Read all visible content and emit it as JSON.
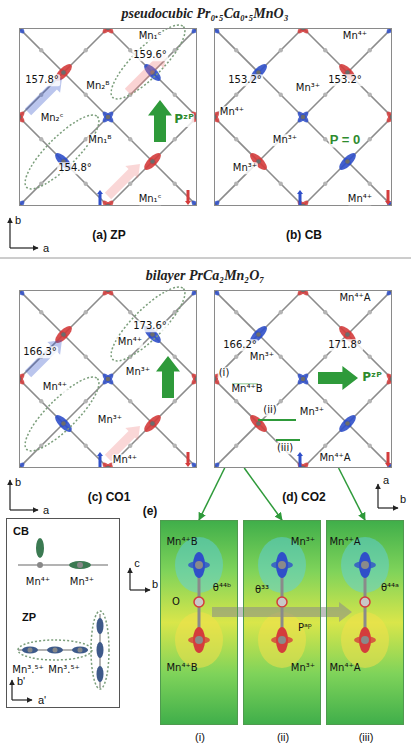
{
  "diagram": {
    "title": "pseudocubic Pr₀.₅Ca₀.₅MnO₃",
    "nodes": [
      {
        "text": [
          "(a) ZP"
        ]
      },
      {
        "text": [
          "(b) CB"
        ]
      },
      {
        "text": [
          "(c) CO1"
        ]
      },
      {
        "text": [
          "(d) CO2"
        ]
      },
      {
        "text": [
          "(i)"
        ]
      },
      {
        "text": [
          "(ii)"
        ]
      },
      {
        "text": [
          "(iii)"
        ]
      },
      {
        "text": [
          "CB",
          "ZP"
        ]
      }
    ],
    "edges": [
      {
        "from": 3,
        "to": 4,
        "arrow": "to"
      },
      {
        "from": 3,
        "to": 5,
        "arrow": "to"
      },
      {
        "from": 3,
        "to": 6,
        "arrow": "to"
      }
    ],
    "labels": [
      "157.8°",
      "159.6°",
      "Mn₂ᴮ",
      "Mn₂ᶜ",
      "Mn₁ᴮ",
      "154.8°",
      "Mn₁ᶜ",
      "Mn₁ᶜ",
      "Pᶻᴾ",
      "b",
      "a",
      "Mn⁴⁺",
      "153.2°",
      "153.2°",
      "Mn³⁺",
      "Mn⁴⁺",
      "Mn³⁺",
      "Mn³⁺",
      "Mn⁴⁺",
      "P = 0",
      "bilayer PrCa₂Mn₂O₇",
      "166.3°",
      "173.6°",
      "Mn⁴⁺",
      "Mn³⁺",
      "Mn⁴⁺",
      "Mn³⁺",
      "Mn⁴⁺",
      "b",
      "a",
      "Mn⁴⁺A",
      "166.2°",
      "171.8°",
      "Mn³⁺",
      "Mn⁴⁺B",
      "(i)",
      "Pᶻᴾ",
      "(ii)",
      "Mn³⁺",
      "(iii)",
      "Mn⁴⁺A",
      "b",
      "a",
      "(e)",
      "Mn⁴⁺",
      "Mn³⁺",
      "Mn³.⁵⁺",
      "Mn³.⁵⁺",
      "b'",
      "a'",
      "Mn⁴⁺B",
      "O",
      "θ⁴⁴ᵇ",
      "Mn⁴⁺B",
      "θ³³",
      "Mn³⁺",
      "Pᵃᵖ",
      "Mn³⁺",
      "Mn⁴⁺A",
      "θ⁴⁴ᵃ",
      "Mn⁴⁺A",
      "c",
      "b"
    ]
  }
}
